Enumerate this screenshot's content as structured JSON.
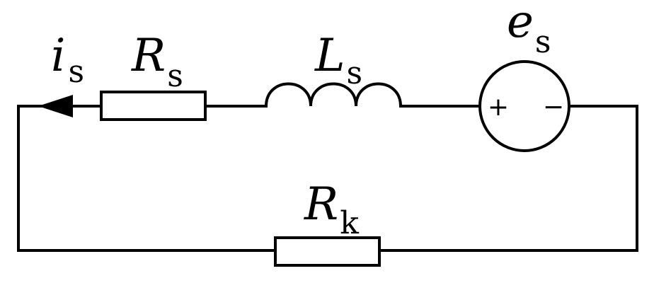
{
  "labels": {
    "current": {
      "main": "i",
      "sub": "s"
    },
    "source_resistor": {
      "main": "R",
      "sub": "s"
    },
    "inductor": {
      "main": "L",
      "sub": "s"
    },
    "voltage_source": {
      "main": "e",
      "sub": "s"
    },
    "load_resistor": {
      "main": "R",
      "sub": "k"
    }
  },
  "source_signs": {
    "plus": "+",
    "minus": "−"
  },
  "colors": {
    "line": "#000000",
    "background": "#ffffff"
  }
}
